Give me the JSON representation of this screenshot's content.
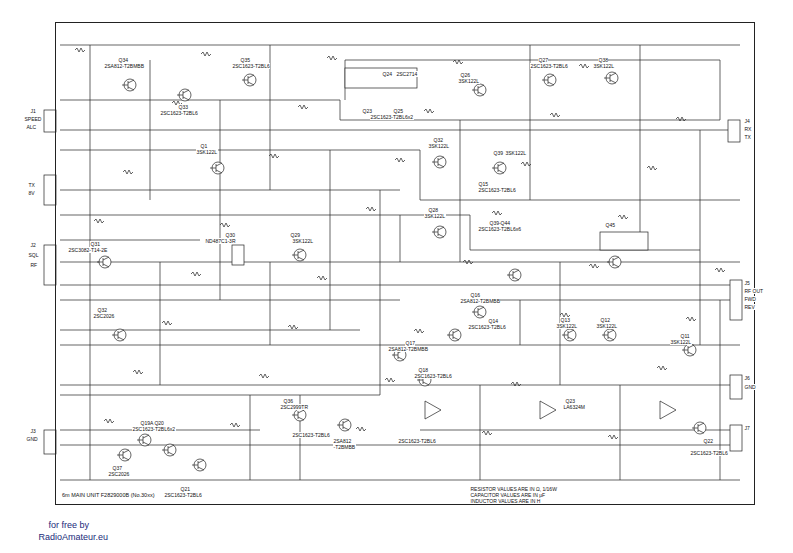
{
  "diagram": {
    "nodes": [
      {
        "text": [
          "6m MAIN UNIT F2829000B (No.30xx)"
        ]
      }
    ],
    "labels": [
      "Q34",
      "2SA812-T2BMBB",
      "Q35",
      "2SC1623-T2BL6",
      "Q33",
      "2SC1623-T2BL6",
      "Q24",
      "2SC2714",
      "Q26",
      "3SK122L",
      "Q27",
      "2SC1623-T2BL6",
      "Q38",
      "3SK122L",
      "Q23",
      "Q25",
      "2SC1623-T2BL6x2",
      "Q1",
      "3SK122L",
      "Q32",
      "3SK122L",
      "Q39",
      "3SK122L",
      "Q15",
      "2SC1623-T2BL6",
      "Q31",
      "2SC3082-T14-2E",
      "Q30",
      "ND487C1-3R",
      "Q29",
      "3SK122L",
      "Q28",
      "3SK122L",
      "Q39-Q44",
      "2SC1623-T2BL6x6",
      "Q45",
      "Q32",
      "2SC2026",
      "Q16",
      "2SA812-T2BMBB",
      "Q14",
      "2SC1623-T2BL6",
      "Q17",
      "2SA812-T2BMBB",
      "Q18",
      "2SC1623-T2BL6",
      "Q13",
      "3SK122L",
      "Q12",
      "3SK122L",
      "Q11",
      "3SK122L",
      "Q37",
      "2SC2026",
      "Q19A Q20",
      "2SC1623-T2BL6x2",
      "Q21",
      "2SC1623-T2BL6",
      "Q36",
      "2SC2999TR",
      "2SC1623-T2BL6",
      "2SA812",
      "-T2BMBB",
      "2SC1623-T2BL6",
      "Q23",
      "LA6324M",
      "Q22",
      "2SC1623-T2BL6",
      "RESISTOR VALUES ARE IN Ω, 1/16W",
      "CAPACITOR VALUES ARE IN μF",
      "INDUCTOR VALUES ARE IN H",
      "J1",
      "SPEED",
      "ALC",
      "TX",
      "8V",
      "J2",
      "SQL",
      "RF",
      "J3",
      "GND",
      "J4",
      "RX",
      "TX",
      "J5",
      "RF OUT",
      "FWD",
      "REV",
      "J6",
      "GND",
      "J7",
      "for free by",
      "RadioAmateur.eu"
    ]
  }
}
